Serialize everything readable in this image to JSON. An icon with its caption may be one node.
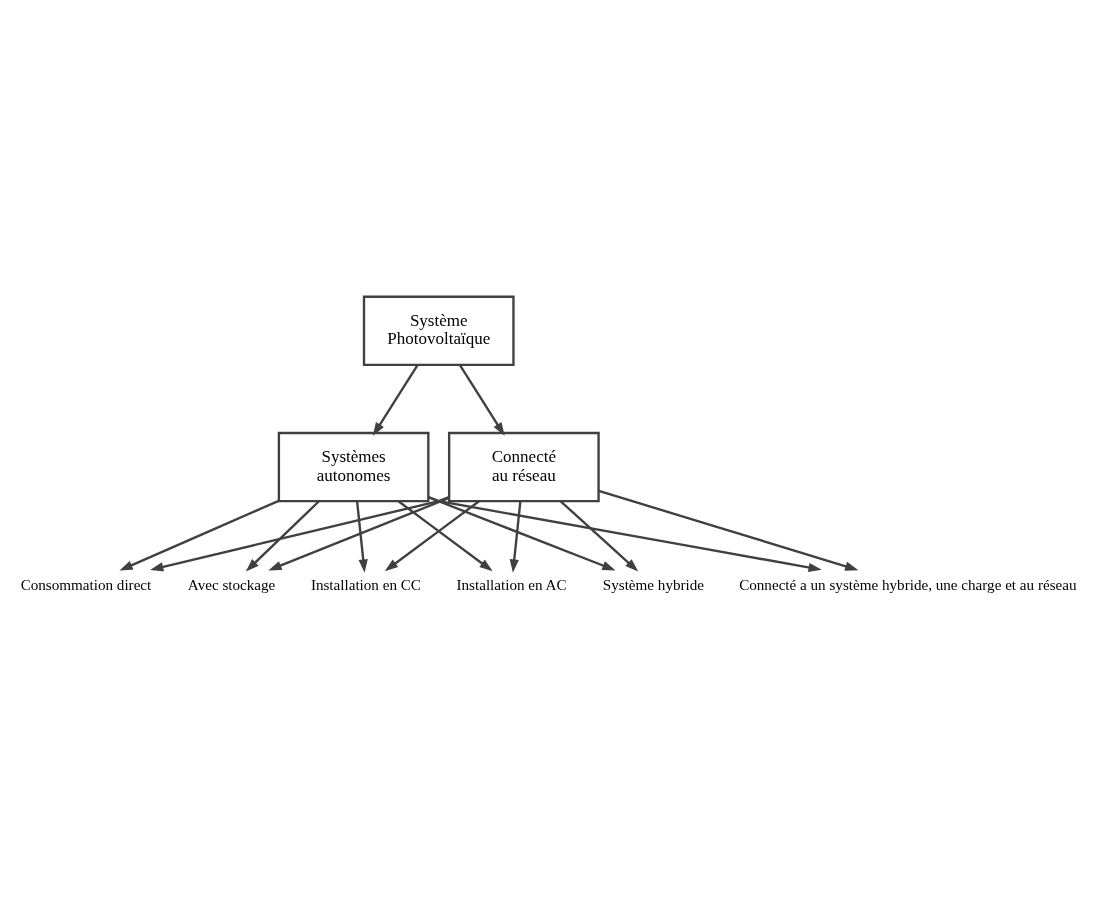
{
  "diagram": {
    "nodes": [
      {
        "text": [
          "Système Photovoltaïque"
        ]
      },
      {
        "text": [
          "Systèmes autonomes"
        ]
      },
      {
        "text": [
          "Connecté au réseau"
        ]
      },
      {
        "text": [
          "Consommation direct"
        ]
      },
      {
        "text": [
          "Avec stockage"
        ]
      },
      {
        "text": [
          "Installation en CC"
        ]
      },
      {
        "text": [
          "Installation en AC"
        ]
      },
      {
        "text": [
          "Système hybride"
        ]
      },
      {
        "text": [
          "Connecté a un système hybride, une charge et au réseau"
        ]
      }
    ],
    "edges": [
      {
        "from": 0,
        "to": 1,
        "arrow": "to"
      },
      {
        "from": 0,
        "to": 2,
        "arrow": "to"
      },
      {
        "from": 1,
        "to": 3,
        "arrow": "to"
      },
      {
        "from": 1,
        "to": 4,
        "arrow": "to"
      },
      {
        "from": 1,
        "to": 5,
        "arrow": "to"
      },
      {
        "from": 1,
        "to": 6,
        "arrow": "to"
      },
      {
        "from": 1,
        "to": 7,
        "arrow": "to"
      },
      {
        "from": 1,
        "to": 8,
        "arrow": "to"
      },
      {
        "from": 2,
        "to": 3,
        "arrow": "to"
      },
      {
        "from": 2,
        "to": 4,
        "arrow": "to"
      },
      {
        "from": 2,
        "to": 5,
        "arrow": "to"
      },
      {
        "from": 2,
        "to": 6,
        "arrow": "to"
      },
      {
        "from": 2,
        "to": 7,
        "arrow": "to"
      },
      {
        "from": 2,
        "to": 8,
        "arrow": "to"
      }
    ]
  }
}
